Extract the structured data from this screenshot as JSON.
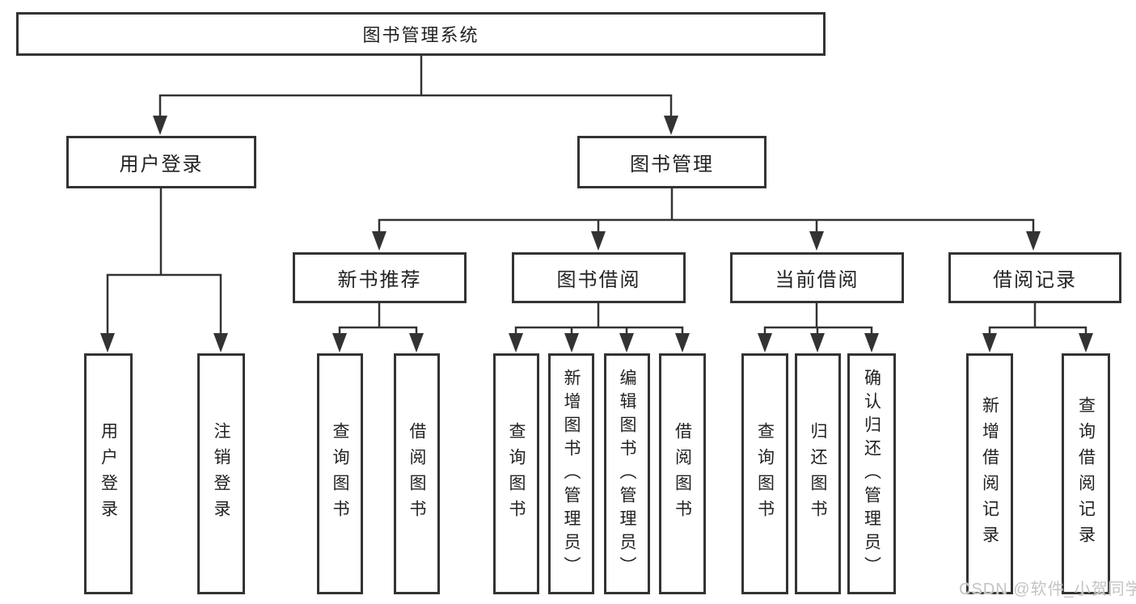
{
  "colors": {
    "line": "#333333",
    "box_border": "#333333",
    "text": "#222222",
    "background": "#ffffff",
    "watermark_text": "#c4c4c4"
  },
  "tree": {
    "root": {
      "label": "图书管理系统",
      "children": [
        {
          "label": "用户登录",
          "children": [
            {
              "label": "用户登录"
            },
            {
              "label": "注销登录"
            }
          ]
        },
        {
          "label": "图书管理",
          "children": [
            {
              "label": "新书推荐",
              "children": [
                {
                  "label": "查询图书"
                },
                {
                  "label": "借阅图书"
                }
              ]
            },
            {
              "label": "图书借阅",
              "children": [
                {
                  "label": "查询图书"
                },
                {
                  "label": "新增图书（管理员）"
                },
                {
                  "label": "编辑图书（管理员）"
                },
                {
                  "label": "借阅图书"
                }
              ]
            },
            {
              "label": "当前借阅",
              "children": [
                {
                  "label": "查询图书"
                },
                {
                  "label": "归还图书"
                },
                {
                  "label": "确认归还（管理员）"
                }
              ]
            },
            {
              "label": "借阅记录",
              "children": [
                {
                  "label": "新增借阅记录"
                },
                {
                  "label": "查询借阅记录"
                }
              ]
            }
          ]
        }
      ]
    }
  },
  "watermark": {
    "text": "CSDN @软件_小贺同学"
  }
}
